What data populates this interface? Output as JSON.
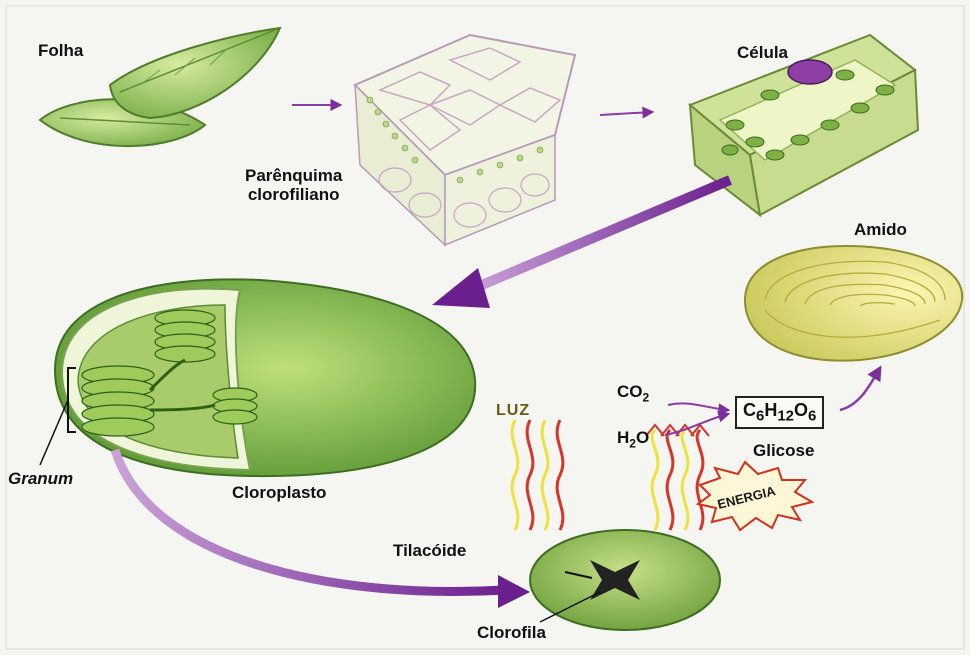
{
  "labels": {
    "folha": "Folha",
    "parenquima": "Parênquima\nclorofiliano",
    "celula": "Célula",
    "amido": "Amido",
    "granum": "Granum",
    "cloroplasto": "Cloroplasto",
    "tilacoide": "Tilacóide",
    "clorofila": "Clorofila",
    "luz": "LUZ",
    "energia": "ENERGIA",
    "glicose": "Glicose"
  },
  "formulas": {
    "co2": {
      "base": "CO",
      "sub": "2"
    },
    "h2o": {
      "base": "H",
      "sub": "2",
      "tail": "O"
    },
    "glucose": {
      "c": "C",
      "c_n": "6",
      "h": "H",
      "h_n": "12",
      "o": "O",
      "o_n": "6"
    }
  },
  "colors": {
    "leaf_green": "#9cc463",
    "dark_green": "#3f7a2c",
    "arrow_purple": "#7a2f9a",
    "light_yellow": "#e6e07a",
    "energy_red": "#d8341e"
  }
}
